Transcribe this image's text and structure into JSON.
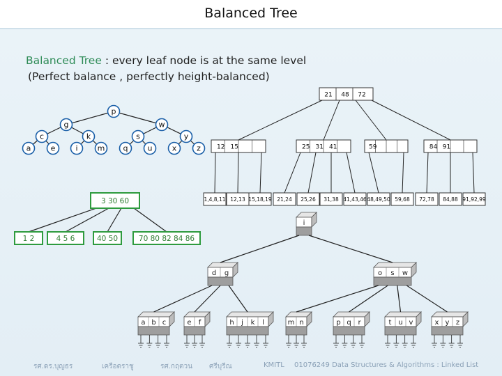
{
  "title": "Balanced Tree",
  "definition": {
    "term": "Balanced Tree",
    "rest": " : every leaf node is at the same level",
    "sub": "(Perfect balance , perfectly height-balanced)"
  },
  "tree1": {
    "root": "p",
    "level1": [
      "g",
      "w"
    ],
    "level2": [
      "c",
      "k",
      "s",
      "y"
    ],
    "leaves": [
      "a",
      "e",
      "i",
      "m",
      "q",
      "u",
      "x",
      "z"
    ]
  },
  "tree2": {
    "root": "3  30  60",
    "children": [
      "1  2",
      "4  5  6",
      "40  50",
      "70  80  82  84  86"
    ]
  },
  "btree": {
    "root": [
      "21",
      "48",
      "72"
    ],
    "level1": [
      [
        "12",
        "15"
      ],
      [
        "25",
        "31",
        "41"
      ],
      [
        "59"
      ],
      [
        "84",
        "91"
      ]
    ],
    "leaves": [
      "1,4,8,11",
      "12,13",
      "15,18,19",
      "21,24",
      "25,26",
      "31,38",
      "41,43,46",
      "48,49,50",
      "59,68",
      "72,78",
      "84,88",
      "91,92,99"
    ]
  },
  "tree3": {
    "root": "i",
    "level1": [
      [
        "d",
        "g"
      ],
      [
        "o",
        "s",
        "w"
      ]
    ],
    "leaves": [
      [
        "a",
        "b",
        "c"
      ],
      [
        "e",
        "f"
      ],
      [
        "h",
        "j",
        "k",
        "l"
      ],
      [
        "m",
        "n"
      ],
      [
        "p",
        "q",
        "r"
      ],
      [
        "t",
        "u",
        "v"
      ],
      [
        "x",
        "y",
        "z"
      ]
    ]
  },
  "footer": {
    "author": "รศ.ดร.บุญธร",
    "author2": "เครือตราชู",
    "coauthor": "รศ.กฤตวน",
    "coauthor2": "ศรีบุรีณ",
    "institute": "KMITL",
    "course": "01076249 Data Structures & Algorithms : Linked List"
  }
}
